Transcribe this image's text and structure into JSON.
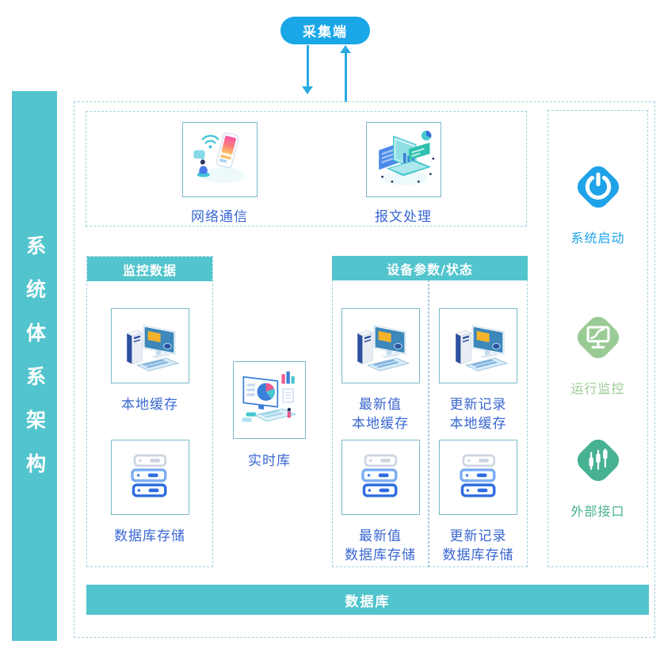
{
  "sidebar": {
    "title": "系统体系架构"
  },
  "collector": {
    "label": "采集端"
  },
  "comm_section": {
    "items": [
      {
        "label": "网络通信",
        "icon": "network-communication-illustration"
      },
      {
        "label": "报文处理",
        "icon": "message-processing-illustration"
      }
    ]
  },
  "monitor_group": {
    "header": "监控数据",
    "cache_label": "本地缓存",
    "db_label": "数据库存储"
  },
  "realtime": {
    "label": "实时库",
    "icon": "realtime-dashboard-illustration"
  },
  "device_group": {
    "header": "设备参数/状态",
    "items": [
      {
        "label": "最新值\n本地缓存",
        "icon": "computer-illustration"
      },
      {
        "label": "更新记录\n本地缓存",
        "icon": "computer-illustration"
      },
      {
        "label": "最新值\n数据库存储",
        "icon": "server-stack-illustration"
      },
      {
        "label": "更新记录\n数据库存储",
        "icon": "server-stack-illustration"
      }
    ]
  },
  "right_rail": {
    "items": [
      {
        "label": "系统启动",
        "color": "#1fa3e8",
        "icon": "power-icon"
      },
      {
        "label": "运行监控",
        "color": "#9bcb95",
        "icon": "monitor-chart-icon"
      },
      {
        "label": "外部接口",
        "color": "#47b193",
        "icon": "sliders-icon"
      }
    ]
  },
  "bottom_bar": {
    "label": "数据库"
  },
  "colors": {
    "teal": "#52c4cd",
    "accent_blue": "#1aa7e8",
    "label_blue": "#3a67d1",
    "dashed_border": "#a6cfdf"
  }
}
